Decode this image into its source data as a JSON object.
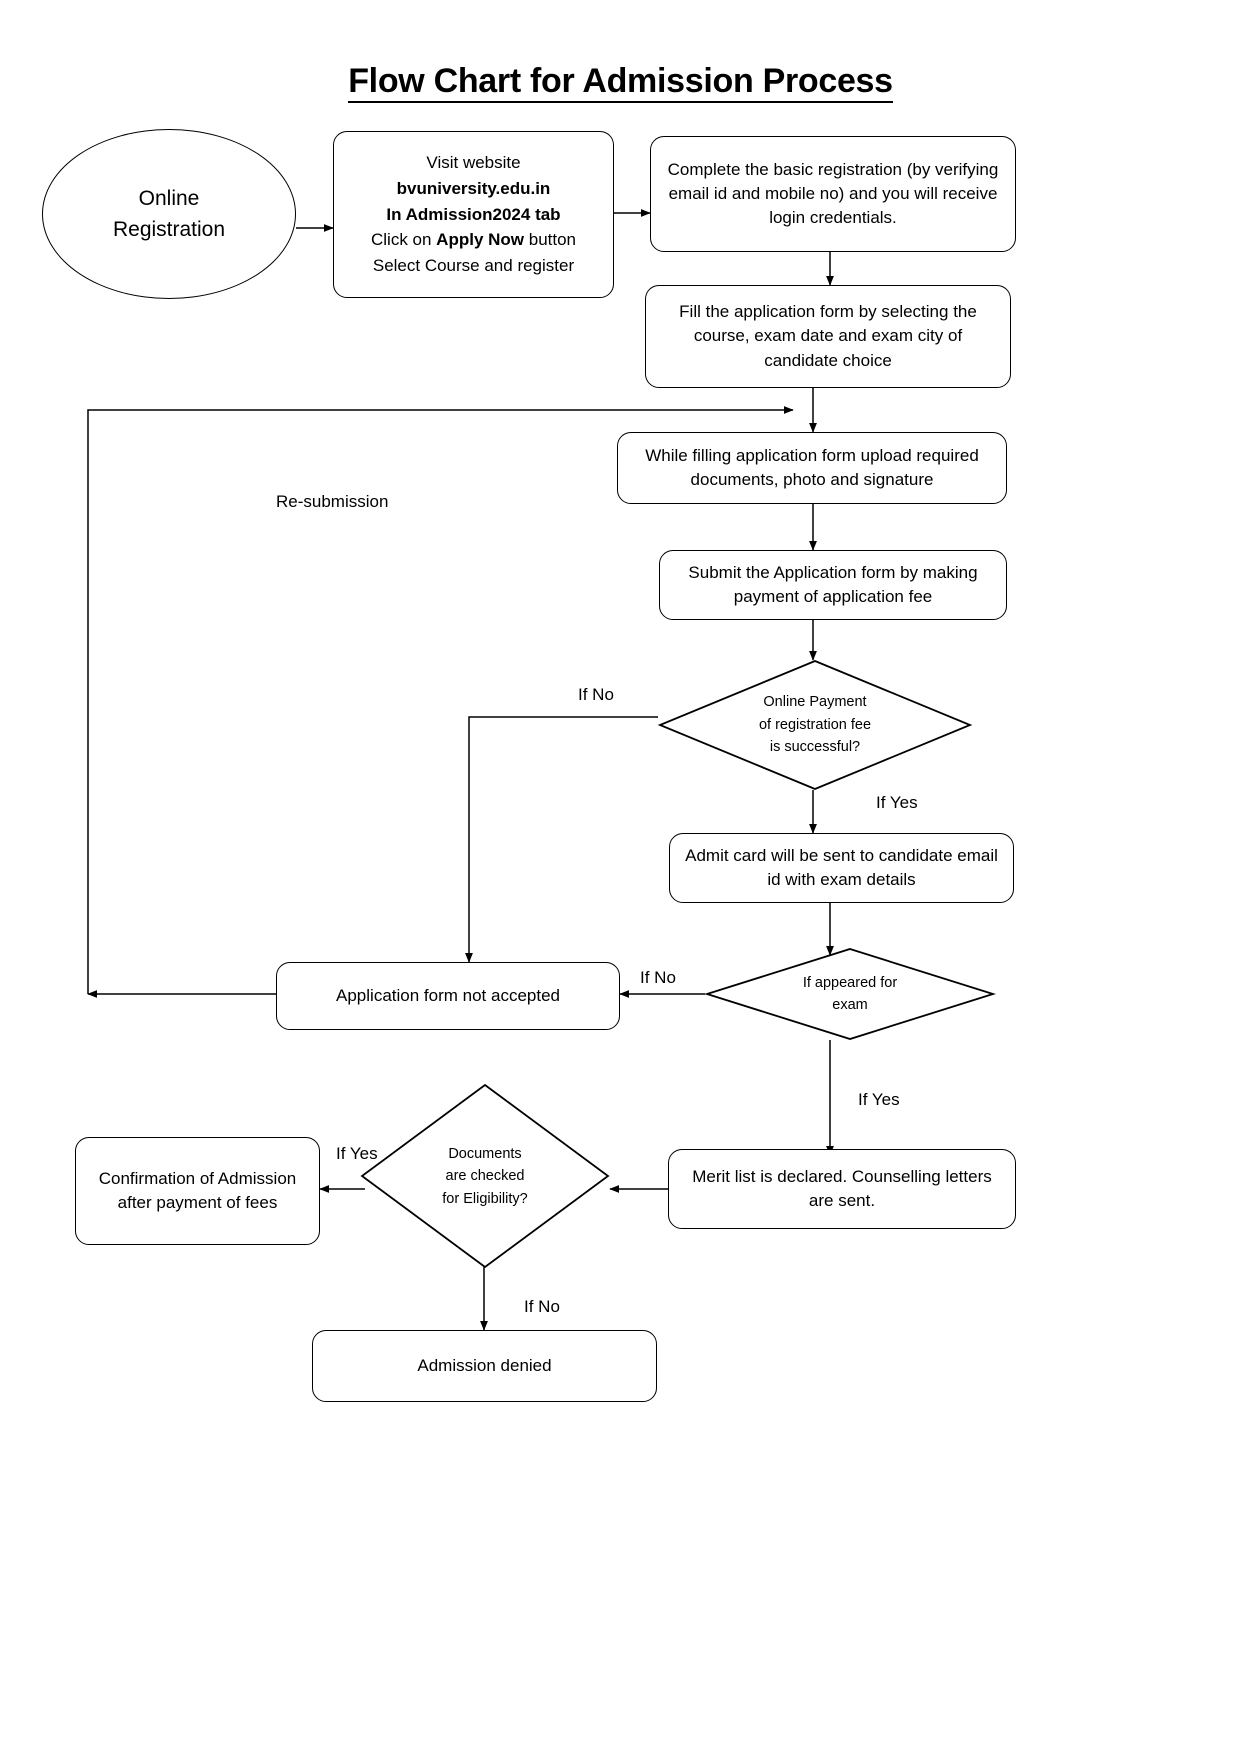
{
  "title": "Flow Chart for Admission Process",
  "nodes": {
    "start": {
      "line1": "Online",
      "line2": "Registration"
    },
    "visit": {
      "l1": "Visit website",
      "l2": "bvuniversity.edu.in",
      "l3": "In Admission2024 tab",
      "l4a": "Click on ",
      "l4b": "Apply Now",
      "l4c": " button",
      "l5": "Select Course and register"
    },
    "basic_registration": "Complete the basic registration (by verifying email id and mobile no) and you will receive login credentials.",
    "fill_form": "Fill the application form by selecting the course, exam date and exam city of candidate choice",
    "upload_docs": "While filling application form upload required documents, photo and signature",
    "submit_form": "Submit the Application form by making payment of application fee",
    "payment_decision": {
      "l1": "Online Payment",
      "l2": "of registration fee",
      "l3": "is successful?"
    },
    "admit_card": "Admit card will be sent to candidate email id with exam details",
    "not_accepted": "Application form not accepted",
    "appeared_decision": {
      "l1": "If appeared for",
      "l2": "exam"
    },
    "merit_list": "Merit list is declared. Counselling letters are sent.",
    "documents_decision": {
      "l1": "Documents",
      "l2": "are checked",
      "l3": "for Eligibility?"
    },
    "confirmation": "Confirmation of Admission after payment of fees",
    "denied": "Admission denied"
  },
  "edge_labels": {
    "resubmission": "Re-submission",
    "payment_no": "If No",
    "payment_yes": "If Yes",
    "appeared_no": "If No",
    "appeared_yes": "If Yes",
    "documents_yes": "If Yes",
    "documents_no": "If No"
  },
  "colors": {
    "stroke": "#000000",
    "background": "#ffffff",
    "text": "#000000"
  }
}
